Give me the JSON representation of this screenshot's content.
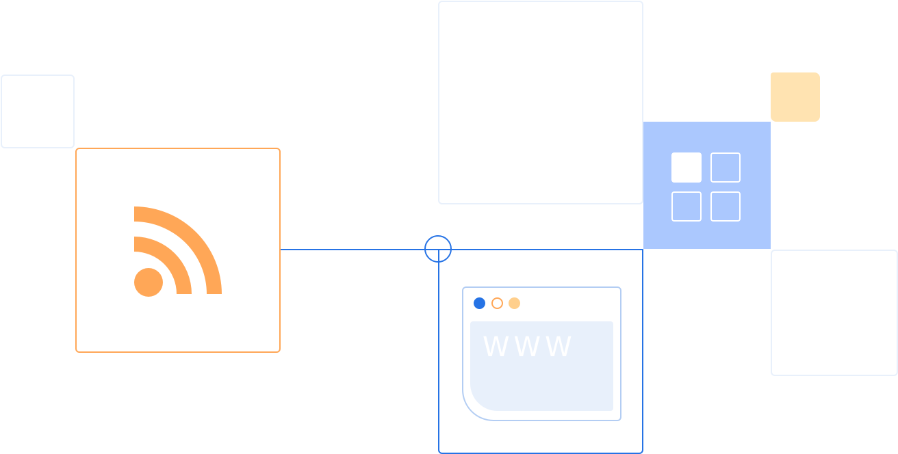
{
  "colors": {
    "orange_accent": "#ffa757",
    "blue_accent": "#2673e5",
    "light_blue_tile": "#abc8fe",
    "light_orange_tile": "#ffe3b1",
    "faint_outline": "#e8f0fb",
    "browser_outline": "#b3cdf3",
    "browser_content_fill": "#e8f0fb"
  },
  "icons": {
    "rss": "rss-feed-icon",
    "browser": "browser-window-icon",
    "apps": "app-grid-icon"
  },
  "browser": {
    "address_text": "WWW",
    "dots": [
      "filled-blue",
      "outlined-orange",
      "filled-light-orange"
    ]
  }
}
